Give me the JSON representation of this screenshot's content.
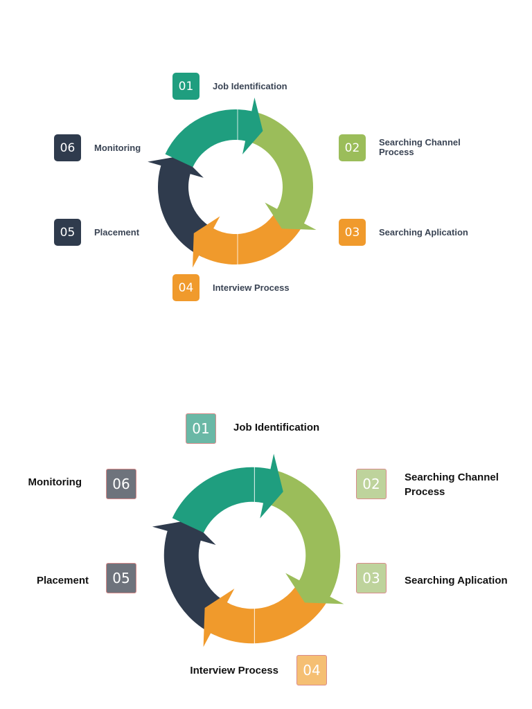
{
  "steps": [
    {
      "number": "01",
      "label": "Job Identification",
      "color": "#1f9e7f"
    },
    {
      "number": "02",
      "label": "Searching Channel Process",
      "color": "#9bbd5a"
    },
    {
      "number": "03",
      "label": "Searching Aplication",
      "color": "#f09a2c"
    },
    {
      "number": "04",
      "label": "Interview Process",
      "color": "#f09a2c"
    },
    {
      "number": "05",
      "label": "Placement",
      "color": "#2f3b4d"
    },
    {
      "number": "06",
      "label": "Monitoring",
      "color": "#2f3b4d"
    }
  ],
  "cycle_colors": {
    "teal": "#1f9e7f",
    "green": "#9bbd5a",
    "orange": "#f09a2c",
    "navy": "#2f3b4d"
  },
  "variant2_badge_colors": {
    "01": "#6ab8a6",
    "02": "#bed39c",
    "03": "#bed39c",
    "04": "#f5bf73",
    "05": "#6e737c",
    "06": "#6e737c"
  }
}
